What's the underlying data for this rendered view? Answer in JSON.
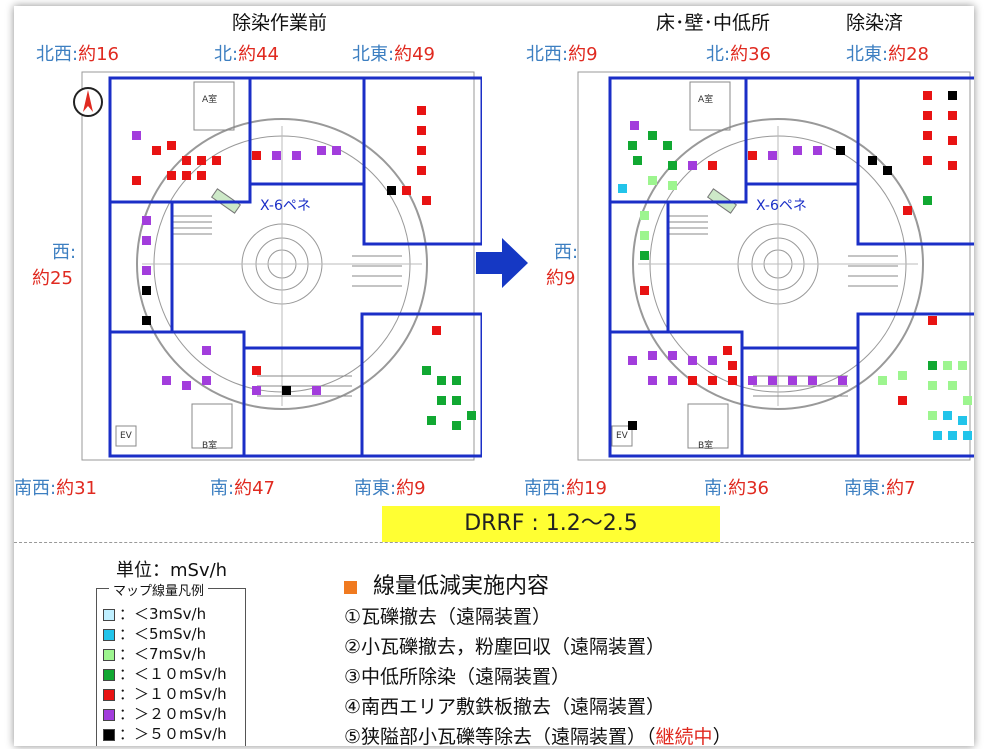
{
  "headers": {
    "before": "除染作業前",
    "after_a": "床･壁･中低所",
    "after_b": "除染済"
  },
  "before": {
    "nw": {
      "dir": "北西:",
      "val": "約16"
    },
    "n": {
      "dir": "北:",
      "val": "約44"
    },
    "ne": {
      "dir": "北東:",
      "val": "約49"
    },
    "w": {
      "dir": "西:",
      "val": "約25"
    },
    "sw": {
      "dir": "南西:",
      "val": "約31"
    },
    "s": {
      "dir": "南:",
      "val": "約47"
    },
    "se": {
      "dir": "南東:",
      "val": "約9"
    }
  },
  "after": {
    "nw": {
      "dir": "北西:",
      "val": "約9"
    },
    "n": {
      "dir": "北:",
      "val": "約36"
    },
    "ne": {
      "dir": "北東:",
      "val": "約28"
    },
    "w": {
      "dir": "西:",
      "val": "約9"
    },
    "sw": {
      "dir": "南西:",
      "val": "約19"
    },
    "s": {
      "dir": "南:",
      "val": "約36"
    },
    "se": {
      "dir": "南東:",
      "val": "約7"
    }
  },
  "map_text": {
    "room_a": "A室",
    "room_b": "B室",
    "ev": "EV",
    "penetration": "X-6ペネ"
  },
  "drrf": "DRRF : 1.2～2.5",
  "unit": "単位：mSv/h",
  "legend": {
    "title": "マップ線量凡例",
    "items": [
      {
        "label": "：＜3mSv/h",
        "color": "#bfefff"
      },
      {
        "label": "：＜5mSv/h",
        "color": "#22c4ea"
      },
      {
        "label": "：＜7mSv/h",
        "color": "#9df58f"
      },
      {
        "label": "：＜１０mSv/h",
        "color": "#11a832"
      },
      {
        "label": "：＞１０mSv/h",
        "color": "#e81313"
      },
      {
        "label": "：＞２０mSv/h",
        "color": "#a23ddc"
      },
      {
        "label": "：＞５０mSv/h",
        "color": "#000000"
      }
    ]
  },
  "measures": {
    "title": "線量低減実施内容",
    "items": [
      {
        "text": "①瓦礫撤去（遠隔装置）",
        "note": ""
      },
      {
        "text": "②小瓦礫撤去，粉塵回収（遠隔装置）",
        "note": ""
      },
      {
        "text": "③中低所除染（遠隔装置）",
        "note": ""
      },
      {
        "text": "④南西エリア敷鉄板撤去（遠隔装置）",
        "note": ""
      },
      {
        "text": "⑤狭隘部小瓦礫等除去（遠隔装置）（",
        "note": "継続中",
        "tail": "）"
      }
    ]
  },
  "colors": {
    "box": "#1b2fc7",
    "arrow": "#1538c4",
    "dir": "#3d7fc1",
    "val": "#e02a20"
  }
}
